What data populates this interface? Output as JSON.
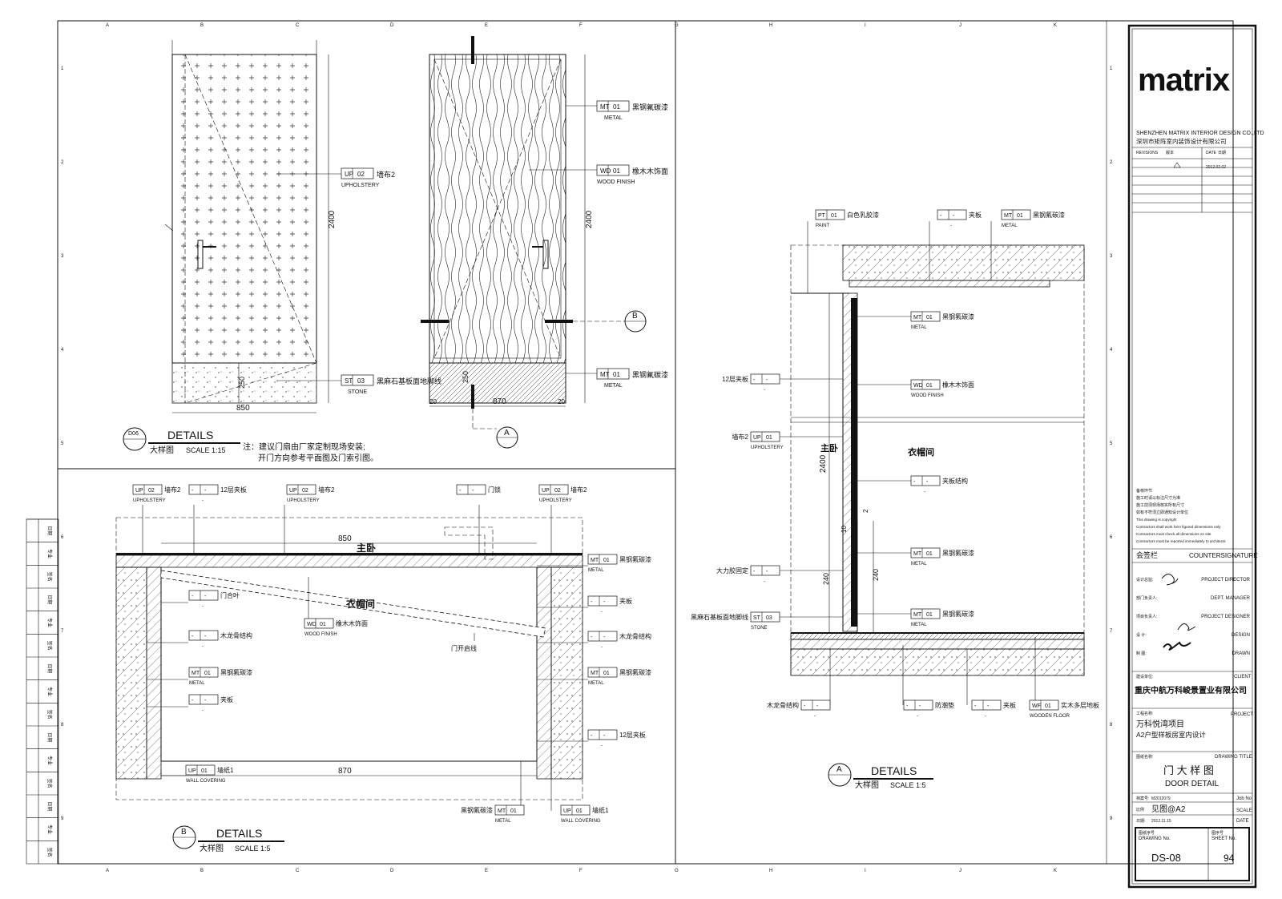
{
  "grid": {
    "cols": [
      "A",
      "B",
      "C",
      "D",
      "E",
      "F",
      "G",
      "H",
      "I",
      "J",
      "K"
    ],
    "rows": [
      "1",
      "2",
      "3",
      "4",
      "5",
      "6",
      "7",
      "8",
      "9"
    ]
  },
  "left_strip": [
    "日期",
    "专业",
    "签名",
    "日期",
    "专业",
    "签名",
    "日期",
    "专业",
    "签名",
    "日期",
    "专业",
    "签名",
    "日期",
    "专业",
    "签名"
  ],
  "d06": {
    "badge": "D06",
    "title": "DETAILS",
    "subtitle": "大样图",
    "scale": "SCALE  1:15",
    "note1": "注：建议门扇由厂家定制现场安装;",
    "note2": "开门方向参考平面图及门索引图。",
    "dim_height": "2400",
    "dim_width": "850",
    "dim_base": "250",
    "dim_height_b": "2400",
    "dim_width_b": "870",
    "dim_base_b": "250",
    "dim_side_l": "20",
    "dim_side_r": "20",
    "callouts": [
      {
        "code": "UP",
        "num": "02",
        "zh": "墙布2",
        "en": "UPHOLSTERY"
      },
      {
        "code": "ST",
        "num": "03",
        "zh": "黑麻石基板面地脚线",
        "en": "STONE"
      },
      {
        "code": "MT",
        "num": "01",
        "zh": "黑钢氟碳漆",
        "en": "METAL"
      },
      {
        "code": "WD",
        "num": "01",
        "zh": "橡木木饰面",
        "en": "WOOD FINISH"
      },
      {
        "code": "MT",
        "num": "01",
        "zh": "黑钢氟碳漆",
        "en": "METAL"
      }
    ],
    "section_b": "B",
    "section_a": "A"
  },
  "detailB": {
    "badge": "B",
    "title": "DETAILS",
    "subtitle": "大样图",
    "scale": "SCALE  1:5",
    "room1": "主卧",
    "room2": "衣帽间",
    "dim_top": "850",
    "dim_bottom": "870",
    "top_callouts": [
      {
        "code": "UP",
        "num": "02",
        "zh": "墙布2",
        "en": "UPHOLSTERY"
      },
      {
        "code": "-",
        "num": "-",
        "zh": "12层夹板",
        "en": "-"
      },
      {
        "code": "UP",
        "num": "02",
        "zh": "墙布2",
        "en": "UPHOLSTERY"
      },
      {
        "code": "-",
        "num": "-",
        "zh": "门锁",
        "en": ""
      },
      {
        "code": "UP",
        "num": "02",
        "zh": "墙布2",
        "en": "UPHOLSTERY"
      }
    ],
    "left_callouts": [
      {
        "code": "-",
        "num": "-",
        "zh": "门合叶",
        "en": "-"
      },
      {
        "code": "-",
        "num": "-",
        "zh": "木龙骨结构",
        "en": "-"
      },
      {
        "code": "MT",
        "num": "01",
        "zh": "黑钢氟碳漆",
        "en": "METAL"
      },
      {
        "code": "-",
        "num": "-",
        "zh": "夹板",
        "en": "-"
      }
    ],
    "right_callouts": [
      {
        "code": "MT",
        "num": "01",
        "zh": "黑钢氟碳漆",
        "en": "METAL"
      },
      {
        "code": "-",
        "num": "-",
        "zh": "夹板",
        "en": "-"
      },
      {
        "code": "-",
        "num": "-",
        "zh": "木龙骨结构",
        "en": "-"
      },
      {
        "code": "MT",
        "num": "01",
        "zh": "黑钢氟碳漆",
        "en": "METAL"
      },
      {
        "code": "-",
        "num": "-",
        "zh": "12层夹板",
        "en": "-"
      }
    ],
    "mid_callout": {
      "code": "WD",
      "num": "01",
      "zh": "橡木木饰面",
      "en": "WOOD FINISH"
    },
    "swing_label": "门开启线",
    "bottom_callouts": [
      {
        "code": "UP",
        "num": "01",
        "zh": "墙纸1",
        "en": "WALL COVERING"
      },
      {
        "code": "MT",
        "num": "01",
        "zh": "黑钢氟碳漆",
        "en": "METAL"
      },
      {
        "code": "UP",
        "num": "01",
        "zh": "墙纸1",
        "en": "WALL COVERING"
      }
    ]
  },
  "detailA": {
    "badge": "A",
    "title": "DETAILS",
    "subtitle": "大样图",
    "scale": "SCALE  1:5",
    "room1": "主卧",
    "room2": "衣帽间",
    "dim_2400": "2400",
    "dim_240a": "240",
    "dim_240b": "240",
    "dim_10": "10",
    "dim_2": "2",
    "top_callouts": [
      {
        "code": "PT",
        "num": "01",
        "zh": "白色乳胶漆",
        "en": "PAINT"
      },
      {
        "code": "-",
        "num": "-",
        "zh": "夹板",
        "en": "-"
      },
      {
        "code": "MT",
        "num": "01",
        "zh": "黑钢氟碳漆",
        "en": "METAL"
      }
    ],
    "left_callouts": [
      {
        "code": "-",
        "num": "-",
        "zh": "12层夹板",
        "en": "-"
      },
      {
        "code": "UP",
        "num": "01",
        "zh": "墙布2",
        "en": "UPHOLSTERY"
      },
      {
        "code": "-",
        "num": "-",
        "zh": "大力胶固定",
        "en": "-"
      },
      {
        "code": "ST",
        "num": "03",
        "zh": "黑麻石基板面地脚线",
        "en": "STONE"
      }
    ],
    "right_callouts": [
      {
        "code": "MT",
        "num": "01",
        "zh": "黑钢氟碳漆",
        "en": "METAL"
      },
      {
        "code": "WD",
        "num": "01",
        "zh": "橡木木饰面",
        "en": "WOOD FINISH"
      },
      {
        "code": "-",
        "num": "-",
        "zh": "夹板结构",
        "en": "-"
      },
      {
        "code": "MT",
        "num": "01",
        "zh": "黑钢氟碳漆",
        "en": "METAL"
      },
      {
        "code": "MT",
        "num": "01",
        "zh": "黑钢氟碳漆",
        "en": "METAL"
      }
    ],
    "bottom_callouts": [
      {
        "code": "-",
        "num": "-",
        "zh": "木龙骨结构",
        "en": "-"
      },
      {
        "code": "-",
        "num": "-",
        "zh": "防潮垫",
        "en": "-"
      },
      {
        "code": "-",
        "num": "-",
        "zh": "夹板",
        "en": "-"
      },
      {
        "code": "WF",
        "num": "01",
        "zh": "实木多层地板",
        "en": "WOODEN FLOOR"
      }
    ]
  },
  "titleblock": {
    "logo": "matrix",
    "company_en": "SHENZHEN MATRIX INTERIOR DESIGN CO.,LTD",
    "company_zh": "深圳市矩阵室内装饰设计有限公司",
    "rev_label": "REVISIONS",
    "rev_zh": "版本",
    "date_label": "DATE",
    "date_zh": "日期",
    "rev_date": "2012.02.02",
    "notes": [
      "备核环节",
      "施工时请以标注尺寸为准",
      "施工前须现场核实所有尺寸",
      "如有不符须立即通知设计单位",
      "This drawing is copyright",
      "Contractors shall work form figured dimensions only",
      "Contractors must check all dimensions on site",
      "Contractors must be reported immediately to architects"
    ],
    "countersign_zh": "会签栏",
    "countersign_en": "COUNTERSIGNATURE",
    "roles": [
      {
        "zh": "设计总监:",
        "en": "PROJECT DIRECTOR"
      },
      {
        "zh": "部门负责人:",
        "en": "DEPT. MANAGER"
      },
      {
        "zh": "项目负责人:",
        "en": "PROJECT DESIGNER"
      },
      {
        "zh": "设    计:",
        "en": "DESIGN"
      },
      {
        "zh": "制    图:",
        "en": "DRAWN"
      }
    ],
    "client_zh": "建设单位:",
    "client_en": "CLIENT",
    "client_name": "重庆中航万科峻景置业有限公司",
    "project_zh": "工程名称:",
    "project_en": "PROJECT",
    "project_line1": "万科悦湾项目",
    "project_line2": "A2户型样板房室内设计",
    "title_zh": "图纸名称:",
    "title_en": "DRAWING TITLE",
    "drawing_title_zh": "门 大 样 图",
    "drawing_title_en": "DOOR DETAIL",
    "job_zh": "档案号:",
    "job_value": "M2012079",
    "job_en": "Job No",
    "scale_zh": "比例",
    "scale_value": "见图@A2",
    "scale_en": "SCALE",
    "date2_zh": "日期:",
    "date2_value": "2012.11.15",
    "date2_en": "DATE",
    "drawno_zh": "图纸序号",
    "drawno_en": "DRAWING No.",
    "sheet_zh": "图序号",
    "sheet_en": "SHEET No.",
    "drawing_no": "DS-08",
    "sheet_no": "94"
  }
}
